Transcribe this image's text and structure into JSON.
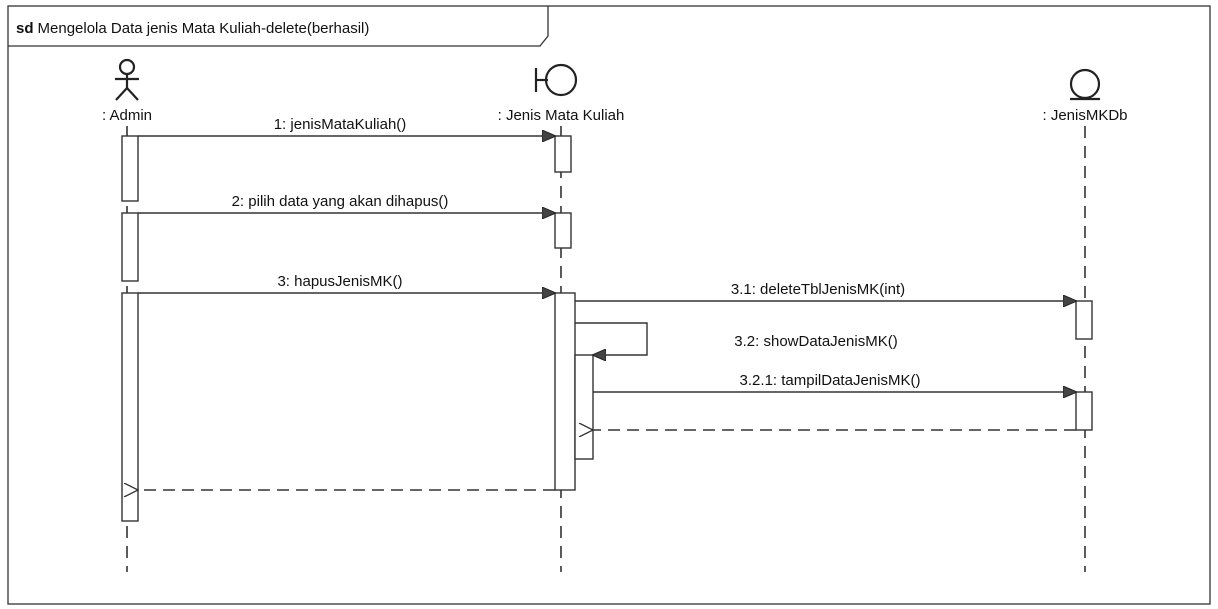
{
  "frame": {
    "keyword": "sd",
    "title": "Mengelola Data jenis Mata Kuliah-delete(berhasil)"
  },
  "lifelines": [
    {
      "id": "admin",
      "label": ": Admin",
      "icon": "actor-icon"
    },
    {
      "id": "ui",
      "label": ": Jenis Mata Kuliah",
      "icon": "boundary-icon"
    },
    {
      "id": "db",
      "label": ": JenisMKDb",
      "icon": "entity-icon"
    }
  ],
  "messages": [
    {
      "label": "1: jenisMataKuliah()",
      "from": "admin",
      "to": "ui",
      "kind": "sync"
    },
    {
      "label": "2: pilih data yang akan dihapus()",
      "from": "admin",
      "to": "ui",
      "kind": "sync"
    },
    {
      "label": "3: hapusJenisMK()",
      "from": "admin",
      "to": "ui",
      "kind": "sync"
    },
    {
      "label": "3.1: deleteTblJenisMK(int)",
      "from": "ui",
      "to": "db",
      "kind": "sync"
    },
    {
      "label": "3.2: showDataJenisMK()",
      "from": "ui",
      "to": "ui",
      "kind": "self"
    },
    {
      "label": "3.2.1: tampilDataJenisMK()",
      "from": "ui",
      "to": "db",
      "kind": "sync"
    },
    {
      "label": "",
      "from": "db",
      "to": "ui",
      "kind": "return"
    },
    {
      "label": "",
      "from": "ui",
      "to": "admin",
      "kind": "return"
    }
  ]
}
